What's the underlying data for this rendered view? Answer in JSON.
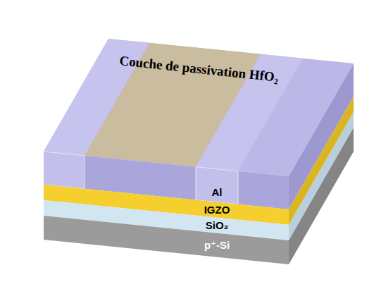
{
  "diagram": {
    "labels": [
      "Couche de passivation HfO₂",
      "Al",
      "IGZO",
      "SiO₂",
      "p⁺-Si"
    ]
  }
}
